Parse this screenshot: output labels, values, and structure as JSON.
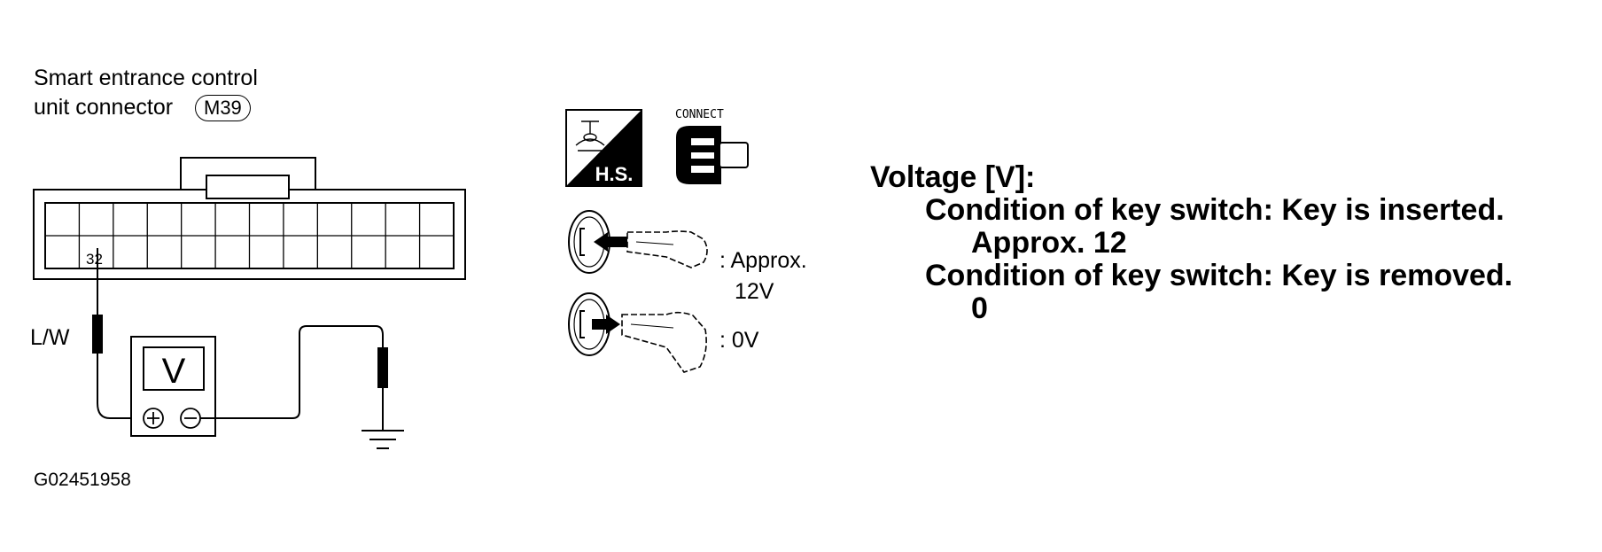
{
  "connector": {
    "title_line1": "Smart entrance control",
    "title_line2": "unit connector",
    "badge": "M39",
    "pin": "32",
    "wire": "L/W"
  },
  "meter": {
    "label": "V",
    "plus": "⊕",
    "minus": "⊖"
  },
  "icons": {
    "hs_label": "H.S.",
    "connect_label": "CONNECT"
  },
  "key_states": {
    "inserted_label_1": ": Approx.",
    "inserted_label_2": "12V",
    "removed_label": ": 0V"
  },
  "voltage": {
    "heading": "Voltage [V]:",
    "row1_condition": "Condition of key switch:  Key is inserted.",
    "row1_value": "Approx.  12",
    "row2_condition": "Condition of key switch:  Key is removed.",
    "row2_value": "0"
  },
  "reference_id": "G02451958"
}
